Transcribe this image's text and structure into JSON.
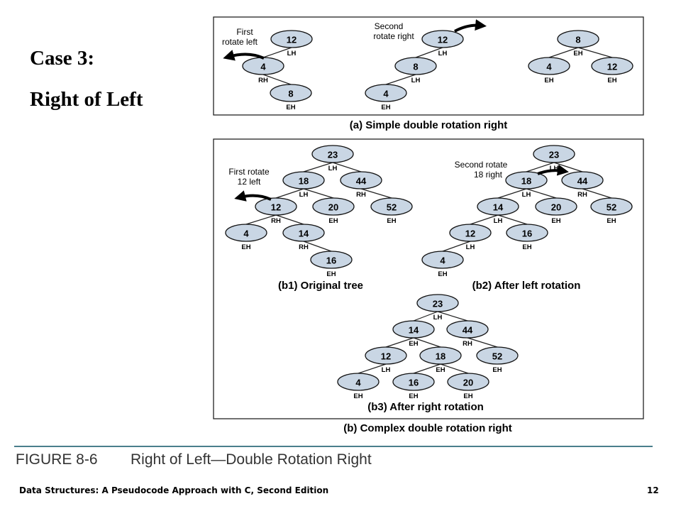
{
  "title": {
    "line1": "Case 3:",
    "line2": "Right of Left"
  },
  "panel_a": {
    "caption": "(a) Simple double rotation right",
    "notes": [
      "First",
      "rotate left",
      "Second",
      "rotate right"
    ],
    "trees": [
      {
        "nodes": [
          {
            "id": "a1-12",
            "value": "12",
            "balance": "LH"
          },
          {
            "id": "a1-4",
            "value": "4",
            "balance": "RH"
          },
          {
            "id": "a1-8",
            "value": "8",
            "balance": "EH"
          }
        ],
        "edges": [
          [
            "a1-12",
            "a1-4"
          ],
          [
            "a1-4",
            "a1-8"
          ]
        ]
      },
      {
        "nodes": [
          {
            "id": "a2-12",
            "value": "12",
            "balance": "LH"
          },
          {
            "id": "a2-8",
            "value": "8",
            "balance": "LH"
          },
          {
            "id": "a2-4",
            "value": "4",
            "balance": "EH"
          }
        ],
        "edges": [
          [
            "a2-12",
            "a2-8"
          ],
          [
            "a2-8",
            "a2-4"
          ]
        ]
      },
      {
        "nodes": [
          {
            "id": "a3-8",
            "value": "8",
            "balance": "EH"
          },
          {
            "id": "a3-4",
            "value": "4",
            "balance": "EH"
          },
          {
            "id": "a3-12",
            "value": "12",
            "balance": "EH"
          }
        ],
        "edges": [
          [
            "a3-8",
            "a3-4"
          ],
          [
            "a3-8",
            "a3-12"
          ]
        ]
      }
    ]
  },
  "panel_b": {
    "caption": "(b) Complex double rotation right",
    "subcaptions": [
      "(b1) Original tree",
      "(b2) After left rotation",
      "(b3) After right rotation"
    ],
    "notes": [
      "First rotate",
      "12 left",
      "Second rotate",
      "18 right"
    ],
    "trees": [
      {
        "nodes": [
          {
            "id": "b1-23",
            "value": "23",
            "balance": "LH"
          },
          {
            "id": "b1-18",
            "value": "18",
            "balance": "LH"
          },
          {
            "id": "b1-44",
            "value": "44",
            "balance": "RH"
          },
          {
            "id": "b1-12",
            "value": "12",
            "balance": "RH"
          },
          {
            "id": "b1-20",
            "value": "20",
            "balance": "EH"
          },
          {
            "id": "b1-52",
            "value": "52",
            "balance": "EH"
          },
          {
            "id": "b1-4",
            "value": "4",
            "balance": "EH"
          },
          {
            "id": "b1-14",
            "value": "14",
            "balance": "RH"
          },
          {
            "id": "b1-16",
            "value": "16",
            "balance": "EH"
          }
        ],
        "edges": [
          [
            "b1-23",
            "b1-18"
          ],
          [
            "b1-23",
            "b1-44"
          ],
          [
            "b1-18",
            "b1-12"
          ],
          [
            "b1-18",
            "b1-20"
          ],
          [
            "b1-44",
            "b1-52"
          ],
          [
            "b1-12",
            "b1-4"
          ],
          [
            "b1-12",
            "b1-14"
          ],
          [
            "b1-14",
            "b1-16"
          ]
        ]
      },
      {
        "nodes": [
          {
            "id": "b2-23",
            "value": "23",
            "balance": "LH"
          },
          {
            "id": "b2-18",
            "value": "18",
            "balance": "LH"
          },
          {
            "id": "b2-44",
            "value": "44",
            "balance": "RH"
          },
          {
            "id": "b2-14",
            "value": "14",
            "balance": "LH"
          },
          {
            "id": "b2-20",
            "value": "20",
            "balance": "EH"
          },
          {
            "id": "b2-52",
            "value": "52",
            "balance": "EH"
          },
          {
            "id": "b2-12",
            "value": "12",
            "balance": "LH"
          },
          {
            "id": "b2-16",
            "value": "16",
            "balance": "EH"
          },
          {
            "id": "b2-4",
            "value": "4",
            "balance": "EH"
          }
        ],
        "edges": [
          [
            "b2-23",
            "b2-18"
          ],
          [
            "b2-23",
            "b2-44"
          ],
          [
            "b2-18",
            "b2-14"
          ],
          [
            "b2-18",
            "b2-20"
          ],
          [
            "b2-44",
            "b2-52"
          ],
          [
            "b2-14",
            "b2-12"
          ],
          [
            "b2-14",
            "b2-16"
          ],
          [
            "b2-12",
            "b2-4"
          ]
        ]
      },
      {
        "nodes": [
          {
            "id": "b3-23",
            "value": "23",
            "balance": "LH"
          },
          {
            "id": "b3-14",
            "value": "14",
            "balance": "EH"
          },
          {
            "id": "b3-44",
            "value": "44",
            "balance": "RH"
          },
          {
            "id": "b3-12",
            "value": "12",
            "balance": "LH"
          },
          {
            "id": "b3-18",
            "value": "18",
            "balance": "EH"
          },
          {
            "id": "b3-52",
            "value": "52",
            "balance": "EH"
          },
          {
            "id": "b3-4",
            "value": "4",
            "balance": "EH"
          },
          {
            "id": "b3-16",
            "value": "16",
            "balance": "EH"
          },
          {
            "id": "b3-20",
            "value": "20",
            "balance": "EH"
          }
        ],
        "edges": [
          [
            "b3-23",
            "b3-14"
          ],
          [
            "b3-23",
            "b3-44"
          ],
          [
            "b3-14",
            "b3-12"
          ],
          [
            "b3-14",
            "b3-18"
          ],
          [
            "b3-44",
            "b3-52"
          ],
          [
            "b3-12",
            "b3-4"
          ],
          [
            "b3-18",
            "b3-16"
          ],
          [
            "b3-18",
            "b3-20"
          ]
        ]
      }
    ]
  },
  "figure": {
    "number": "FIGURE 8-6",
    "title": "Right of Left—Double Rotation Right",
    "rule_color": "#4a7f8c"
  },
  "footer": {
    "left": "Data Structures: A Pseudocode Approach with C, Second Edition",
    "right": "12"
  }
}
